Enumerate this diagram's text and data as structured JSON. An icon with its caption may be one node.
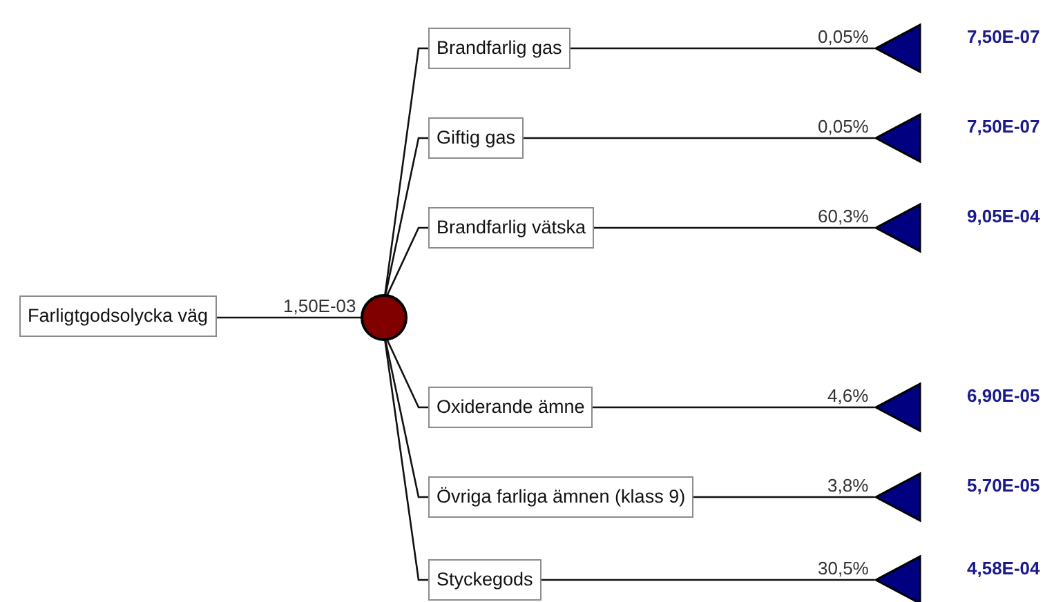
{
  "diagram": {
    "nodes": [
      {
        "text": [
          "Farligtgodsolycka väg"
        ]
      },
      {
        "text": [],
        "shape": "circle"
      },
      {
        "text": [
          "Brandfarlig gas"
        ]
      },
      {
        "text": [
          "Giftig gas"
        ]
      },
      {
        "text": [
          "Brandfarlig vätska"
        ]
      },
      {
        "text": [
          "Oxiderande ämne"
        ]
      },
      {
        "text": [
          "Övriga farliga ämnen (klass 9)"
        ]
      },
      {
        "text": [
          "Styckegods"
        ]
      },
      {
        "text": [],
        "shape": "triangle",
        "beside": [
          "7,50E-07"
        ]
      },
      {
        "text": [],
        "shape": "triangle",
        "beside": [
          "7,50E-07"
        ]
      },
      {
        "text": [],
        "shape": "triangle",
        "beside": [
          "9,05E-04"
        ]
      },
      {
        "text": [],
        "shape": "triangle",
        "beside": [
          "6,90E-05"
        ]
      },
      {
        "text": [],
        "shape": "triangle",
        "beside": [
          "5,70E-05"
        ]
      },
      {
        "text": [],
        "shape": "triangle",
        "beside": [
          "4,58E-04"
        ]
      }
    ],
    "edges": [
      {
        "from": 0,
        "to": 1,
        "arrow": "none",
        "label": "1,50E-03"
      },
      {
        "from": 1,
        "to": 2,
        "arrow": "none"
      },
      {
        "from": 1,
        "to": 3,
        "arrow": "none"
      },
      {
        "from": 1,
        "to": 4,
        "arrow": "none"
      },
      {
        "from": 1,
        "to": 5,
        "arrow": "none"
      },
      {
        "from": 1,
        "to": 6,
        "arrow": "none"
      },
      {
        "from": 1,
        "to": 7,
        "arrow": "none"
      },
      {
        "from": 2,
        "to": 8,
        "arrow": "none",
        "label": "0,05%"
      },
      {
        "from": 3,
        "to": 9,
        "arrow": "none",
        "label": "0,05%"
      },
      {
        "from": 4,
        "to": 10,
        "arrow": "none",
        "label": "60,3%"
      },
      {
        "from": 5,
        "to": 11,
        "arrow": "none",
        "label": "4,6%"
      },
      {
        "from": 6,
        "to": 12,
        "arrow": "none",
        "label": "3,8%"
      },
      {
        "from": 7,
        "to": 13,
        "arrow": "none",
        "label": "30,5%"
      }
    ]
  }
}
